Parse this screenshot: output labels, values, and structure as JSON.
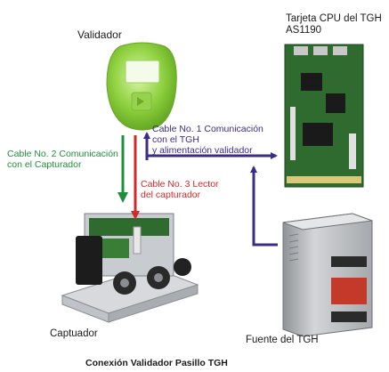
{
  "labels": {
    "validador": "Validador",
    "cpu_line1": "Tarjeta CPU del TGH",
    "cpu_line2": "AS1190",
    "cable1_line1": "Cable No. 1 Comunicación",
    "cable1_line2": "con el TGH",
    "cable1_line3": "y alimentación validador",
    "cable2_line1": "Cable No. 2 Comunicación",
    "cable2_line2": "con el Capturador",
    "cable3_line1": "Cable No. 3 Lector",
    "cable3_line2": "del capturador",
    "captuador": "Captuador",
    "fuente": "Fuente del TGH",
    "caption": "Conexión Validador Pasillo TGH"
  },
  "colors": {
    "cable1": "#3b2b8a",
    "cable2": "#1f8f3a",
    "cable3": "#d02a2a",
    "validator_green": "#8fd13f",
    "board_green": "#2f6b2e",
    "psu_gray": "#b9bcc0"
  }
}
